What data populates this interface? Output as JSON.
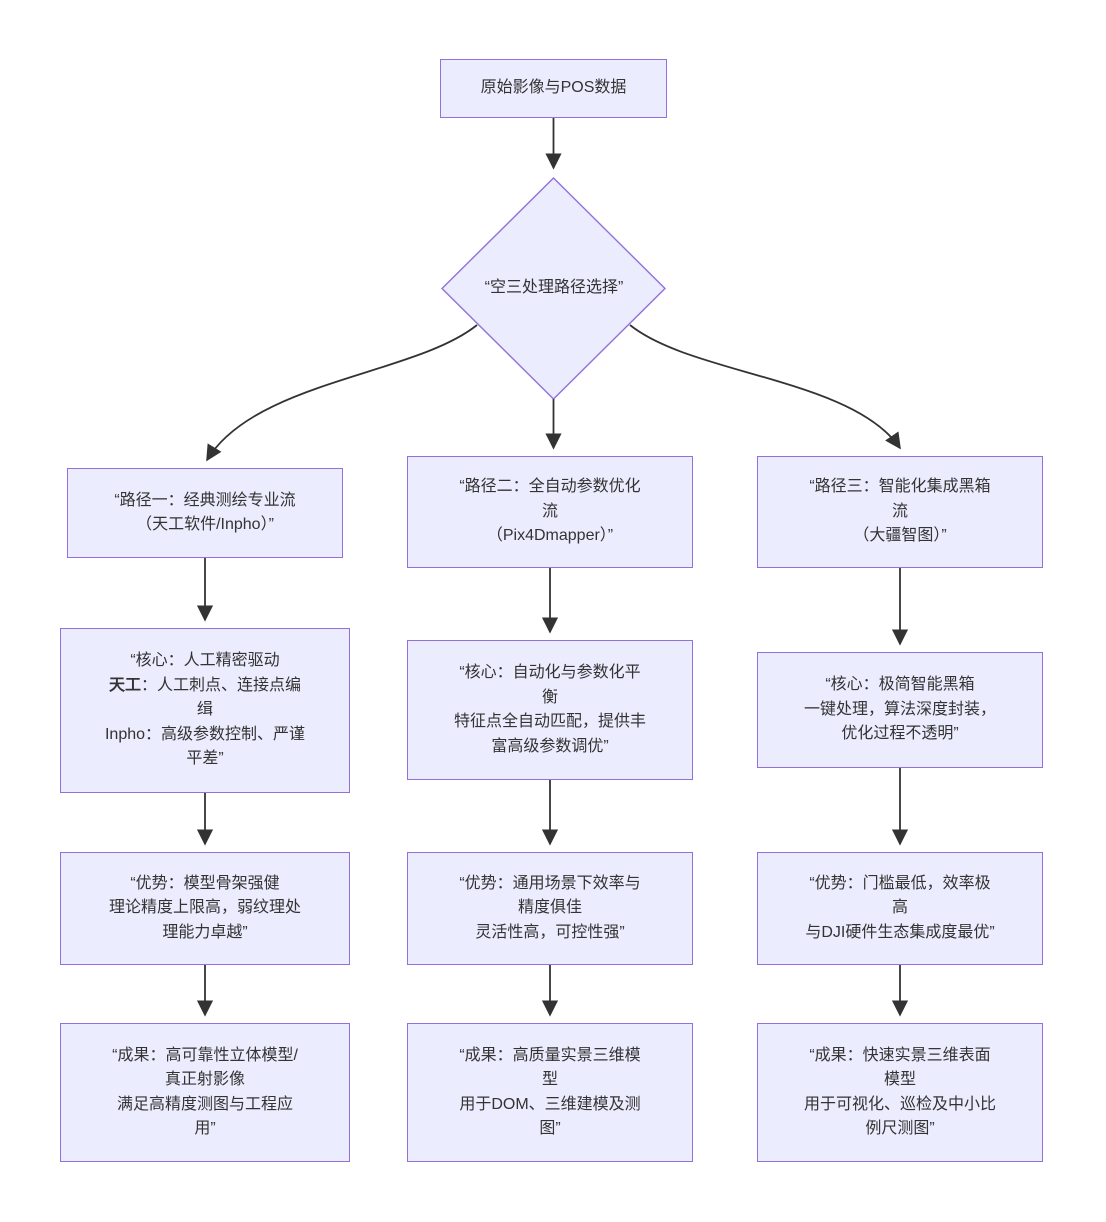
{
  "colors": {
    "node_fill": "#ECECFF",
    "node_border": "#9370DB",
    "edge": "#333333",
    "text": "#333333",
    "background": "#FFFFFF"
  },
  "nodes": {
    "start": {
      "label": "原始影像与POS数据"
    },
    "decision": {
      "label": "“空三处理路径选择”"
    },
    "path1": {
      "lines": [
        "“路径一：经典测绘专业流",
        "（天工软件/Inpho）”"
      ]
    },
    "path2": {
      "lines": [
        "“路径二：全自动参数优化",
        "流",
        "（Pix4Dmapper）”"
      ]
    },
    "path3": {
      "lines": [
        "“路径三：智能化集成黑箱",
        "流",
        "（大疆智图）”"
      ]
    },
    "core1": {
      "line1": "“核心：人工精密驱动",
      "line2_bold": "天工",
      "line2_rest": "：人工刺点、连接点编",
      "line3": "缉",
      "line4": "Inpho：高级参数控制、严谨",
      "line5": "平差”"
    },
    "core2": {
      "lines": [
        "“核心：自动化与参数化平",
        "衡",
        "特征点全自动匹配，提供丰",
        "富高级参数调优”"
      ]
    },
    "core3": {
      "lines": [
        "“核心：极简智能黑箱",
        "一键处理，算法深度封装，",
        "优化过程不透明”"
      ]
    },
    "adv1": {
      "lines": [
        "“优势：模型骨架强健",
        "理论精度上限高，弱纹理处",
        "理能力卓越”"
      ]
    },
    "adv2": {
      "lines": [
        "“优势：通用场景下效率与",
        "精度俱佳",
        "灵活性高，可控性强”"
      ]
    },
    "adv3": {
      "lines": [
        "“优势：门槛最低，效率极",
        "高",
        "与DJI硬件生态集成度最优”"
      ]
    },
    "res1": {
      "lines": [
        "“成果：高可靠性立体模型/",
        "真正射影像",
        "满足高精度测图与工程应",
        "用”"
      ]
    },
    "res2": {
      "lines": [
        "“成果：高质量实景三维模",
        "型",
        "用于DOM、三维建模及测",
        "图”"
      ]
    },
    "res3": {
      "lines": [
        "“成果：快速实景三维表面",
        "模型",
        "用于可视化、巡检及中小比",
        "例尺测图”"
      ]
    }
  }
}
